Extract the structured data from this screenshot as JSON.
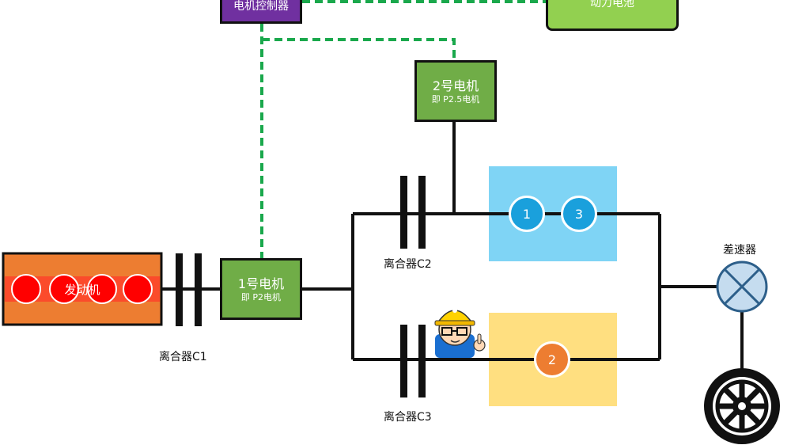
{
  "colors": {
    "controller": "#7030a0",
    "battery": "#92d050",
    "motor": "#70ad47",
    "engine": "#ed7d31",
    "engine_cylinder": "#ff0000",
    "gear_blue_zone": "#7fd4f5",
    "gear_blue": "#1aa0dc",
    "gear_yellow_zone": "#ffdf80",
    "gear_orange": "#ed7d31",
    "dashed_line": "#1aa84c",
    "differential": "#c5dcef"
  },
  "motor_controller": {
    "label": "电机控制器"
  },
  "power_battery": {
    "label": "动力电池"
  },
  "motor2": {
    "label": "2号电机",
    "sub": "即 P2.5电机"
  },
  "motor1": {
    "label": "1号电机",
    "sub": "即 P2电机"
  },
  "engine": {
    "label": "发动机"
  },
  "clutch_c1": {
    "label": "离合器C1"
  },
  "clutch_c2": {
    "label": "离合器C2"
  },
  "clutch_c3": {
    "label": "离合器C3"
  },
  "gears": {
    "g1": "1",
    "g2": "2",
    "g3": "3"
  },
  "differential": {
    "label": "差速器"
  },
  "icons": {
    "mascot": "engineer-mascot-icon",
    "wheel": "wheel-icon",
    "differential": "differential-cross-icon"
  }
}
